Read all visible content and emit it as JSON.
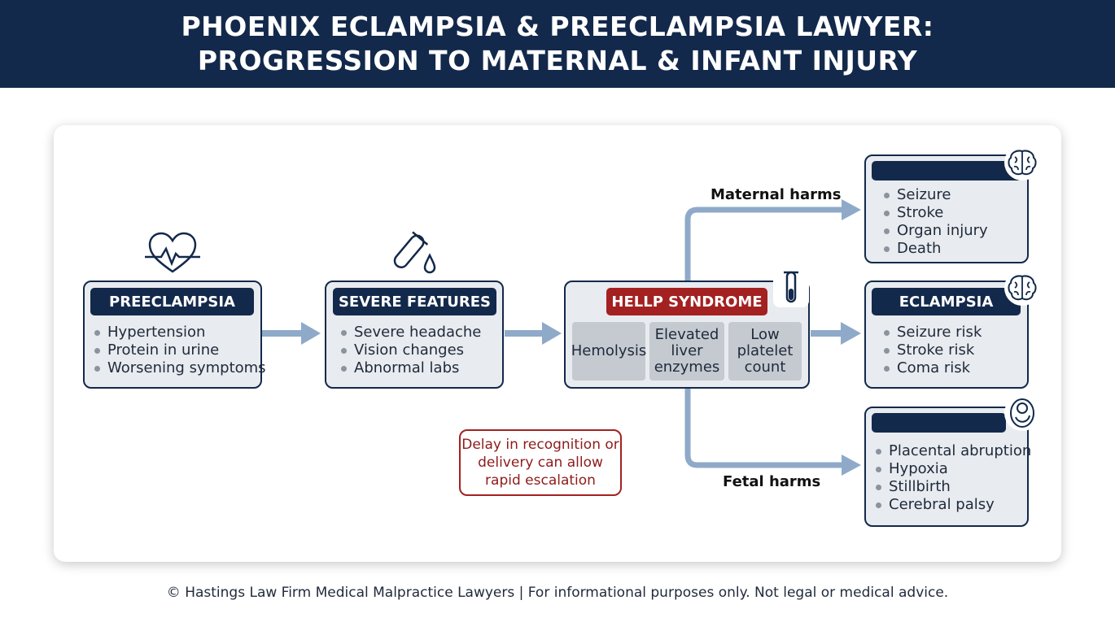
{
  "header": {
    "line1": "PHOENIX ECLAMPSIA & PREECLAMPSIA LAWYER:",
    "line2": "PROGRESSION TO MATERNAL & INFANT INJURY"
  },
  "stages": {
    "preeclampsia": {
      "title": "PREECLAMPSIA",
      "icon": "heart-pulse-icon",
      "items": [
        "Hypertension",
        "Protein in urine",
        "Worsening symptoms"
      ]
    },
    "severe": {
      "title": "SEVERE FEATURES",
      "icon": "test-tube-drop-icon",
      "items": [
        "Severe headache",
        "Vision changes",
        "Abnormal labs"
      ]
    },
    "hellp": {
      "title": "HELLP SYNDROME",
      "icon": "test-tube-icon",
      "components": [
        "Hemolysis",
        "Elevated liver enzymes",
        "Low platelet count"
      ]
    }
  },
  "flow_labels": {
    "maternal": "Maternal harms",
    "fetal": "Fetal harms"
  },
  "outcomes": {
    "maternal": {
      "title": "",
      "icon": "brain-icon",
      "items": [
        "Seizure",
        "Stroke",
        "Organ injury",
        "Death"
      ]
    },
    "eclampsia": {
      "title": "ECLAMPSIA",
      "icon": "brain-icon",
      "items": [
        "Seizure risk",
        "Stroke risk",
        "Coma risk"
      ]
    },
    "fetal": {
      "title": "",
      "icon": "fetus-icon",
      "items": [
        "Placental abruption",
        "Hypoxia",
        "Stillbirth",
        "Cerebral palsy"
      ]
    }
  },
  "note": "Delay in recognition or delivery can allow rapid escalation",
  "footer": "© Hastings Law Firm Medical Malpractice Lawyers | For informational purposes only. Not legal or medical advice.",
  "colors": {
    "navy": "#13294b",
    "red": "#a32121",
    "arrow": "#8fa9c9",
    "box_fill": "#e8ebef"
  }
}
